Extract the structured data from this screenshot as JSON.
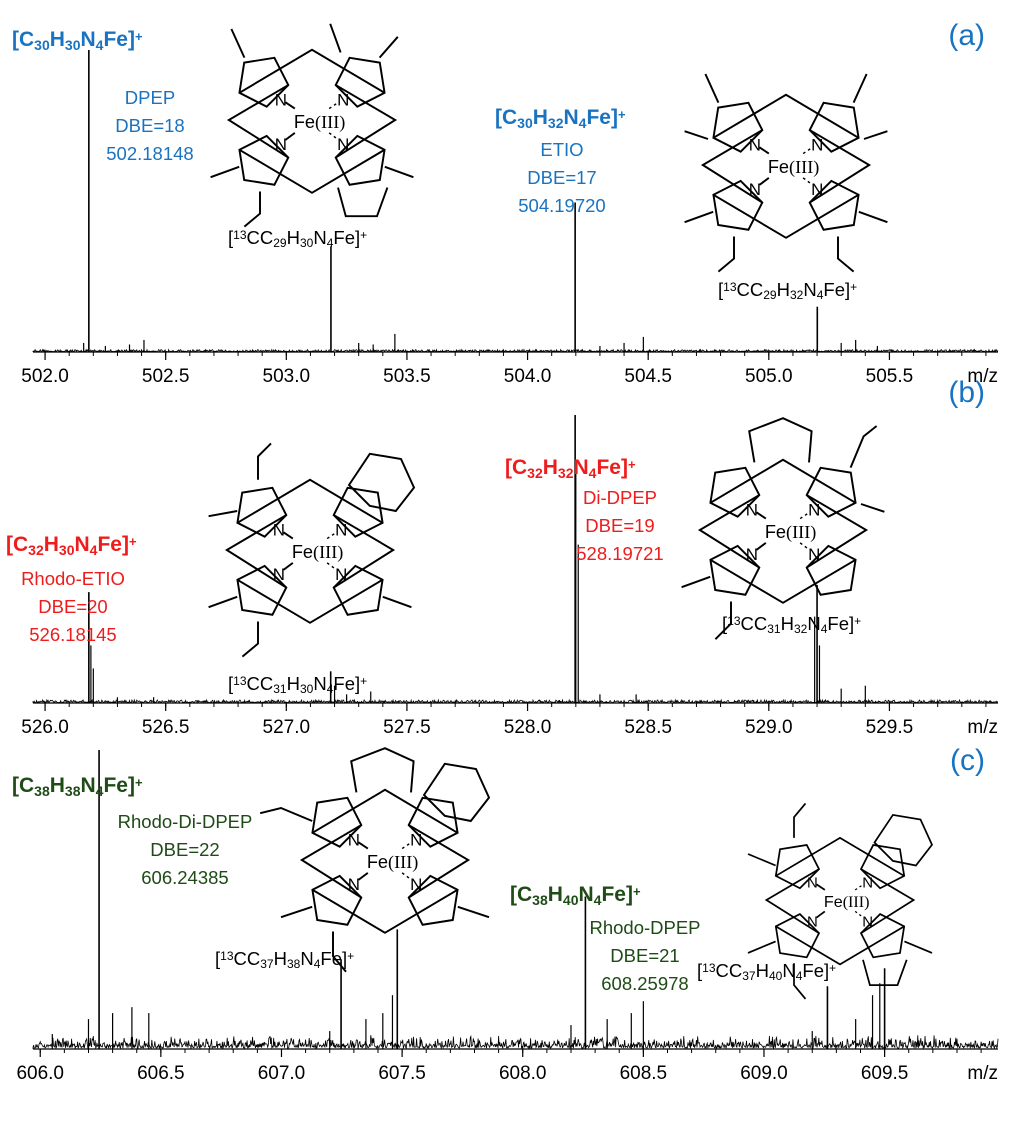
{
  "colors": {
    "a": "#1a73c0",
    "b": "#ee1c1c",
    "c": "#1e4b16",
    "trace": "#000000"
  },
  "axis_unit": "m/z",
  "chart_data": [
    {
      "type": "line",
      "panel_label": "(a)",
      "xlim": [
        501.95,
        505.95
      ],
      "ticks": [
        502.0,
        502.5,
        503.0,
        503.5,
        504.0,
        504.5,
        505.0,
        505.5
      ],
      "tick_labels": [
        "502.0",
        "502.5",
        "503.0",
        "503.5",
        "504.0",
        "504.5",
        "505.0",
        "505.5"
      ],
      "peaks": [
        {
          "x": 502.18148,
          "y": 1.0
        },
        {
          "x": 503.185,
          "y": 0.35
        },
        {
          "x": 504.1972,
          "y": 0.495
        },
        {
          "x": 505.201,
          "y": 0.15
        }
      ],
      "minor_peaks": [
        [
          502.16,
          0.03
        ],
        [
          502.25,
          0.02
        ],
        [
          502.35,
          0.025
        ],
        [
          502.41,
          0.04
        ],
        [
          503.3,
          0.03
        ],
        [
          503.36,
          0.025
        ],
        [
          503.45,
          0.06
        ],
        [
          504.3,
          0.02
        ],
        [
          504.4,
          0.03
        ],
        [
          504.48,
          0.05
        ],
        [
          505.3,
          0.03
        ],
        [
          505.36,
          0.04
        ],
        [
          505.45,
          0.02
        ]
      ],
      "annotations": {
        "formula_main": [
          "[C",
          "30",
          "H",
          "30",
          "N",
          "4",
          "Fe]",
          "+"
        ],
        "info_main": [
          "DPEP",
          "DBE=18",
          "502.18148"
        ],
        "formula_second": [
          "[C",
          "30",
          "H",
          "32",
          "N",
          "4",
          "Fe]",
          "+"
        ],
        "info_second": [
          "ETIO",
          "DBE=17",
          "504.19720"
        ],
        "iso1": [
          "[",
          "13",
          "CC",
          "29",
          "H",
          "30",
          "N",
          "4",
          "Fe]",
          "+"
        ],
        "iso2": [
          "[",
          "13",
          "CC",
          "29",
          "H",
          "32",
          "N",
          "4",
          "Fe]",
          "+"
        ]
      }
    },
    {
      "type": "line",
      "panel_label": "(b)",
      "xlim": [
        525.95,
        529.95
      ],
      "ticks": [
        526.0,
        526.5,
        527.0,
        527.5,
        528.0,
        528.5,
        529.0,
        529.5
      ],
      "tick_labels": [
        "526.0",
        "526.5",
        "527.0",
        "527.5",
        "528.0",
        "528.5",
        "529.0",
        "529.5"
      ],
      "peaks": [
        {
          "x": 526.18145,
          "y": 0.385
        },
        {
          "x": 527.184,
          "y": 0.11
        },
        {
          "x": 528.19721,
          "y": 1.0
        },
        {
          "x": 529.2,
          "y": 0.41
        }
      ],
      "minor_peaks": [
        [
          526.19,
          0.2
        ],
        [
          526.2,
          0.12
        ],
        [
          526.3,
          0.02
        ],
        [
          526.45,
          0.02
        ],
        [
          527.2,
          0.06
        ],
        [
          527.25,
          0.03
        ],
        [
          527.35,
          0.04
        ],
        [
          528.2,
          0.8
        ],
        [
          528.21,
          0.55
        ],
        [
          528.3,
          0.03
        ],
        [
          528.45,
          0.03
        ],
        [
          529.19,
          0.3
        ],
        [
          529.21,
          0.2
        ],
        [
          529.3,
          0.05
        ],
        [
          529.4,
          0.06
        ]
      ],
      "annotations": {
        "formula_main": [
          "[C",
          "32",
          "H",
          "30",
          "N",
          "4",
          "Fe]",
          "+"
        ],
        "info_main": [
          "Rhodo-ETIO",
          "DBE=20",
          "526.18145"
        ],
        "formula_second": [
          "[C",
          "32",
          "H",
          "32",
          "N",
          "4",
          "Fe]",
          "+"
        ],
        "info_second": [
          "Di-DPEP",
          "DBE=19",
          "528.19721"
        ],
        "iso1": [
          "[",
          "13",
          "CC",
          "31",
          "H",
          "30",
          "N",
          "4",
          "Fe]",
          "+"
        ],
        "iso2": [
          "[",
          "13",
          "CC",
          "31",
          "H",
          "32",
          "N",
          "4",
          "Fe]",
          "+"
        ]
      }
    },
    {
      "type": "line",
      "panel_label": "(c)",
      "xlim": [
        605.97,
        609.97
      ],
      "ticks": [
        606.0,
        606.5,
        607.0,
        607.5,
        608.0,
        608.5,
        609.0,
        609.5
      ],
      "tick_labels": [
        "606.0",
        "606.5",
        "607.0",
        "607.5",
        "608.0",
        "608.5",
        "609.0",
        "609.5"
      ],
      "peaks": [
        {
          "x": 606.24385,
          "y": 1.0
        },
        {
          "x": 607.247,
          "y": 0.3
        },
        {
          "x": 607.48,
          "y": 0.4
        },
        {
          "x": 608.25978,
          "y": 0.51
        },
        {
          "x": 609.263,
          "y": 0.21
        },
        {
          "x": 609.5,
          "y": 0.27
        }
      ],
      "minor_peaks": [
        [
          606.05,
          0.05
        ],
        [
          606.2,
          0.1
        ],
        [
          606.3,
          0.12
        ],
        [
          606.38,
          0.14
        ],
        [
          606.45,
          0.12
        ],
        [
          607.2,
          0.06
        ],
        [
          607.35,
          0.1
        ],
        [
          607.42,
          0.12
        ],
        [
          607.46,
          0.18
        ],
        [
          608.2,
          0.08
        ],
        [
          608.35,
          0.1
        ],
        [
          608.45,
          0.12
        ],
        [
          608.5,
          0.16
        ],
        [
          609.2,
          0.06
        ],
        [
          609.38,
          0.1
        ],
        [
          609.45,
          0.18
        ],
        [
          609.48,
          0.22
        ]
      ],
      "annotations": {
        "formula_main": [
          "[C",
          "38",
          "H",
          "38",
          "N",
          "4",
          "Fe]",
          "+"
        ],
        "info_main": [
          "Rhodo-Di-DPEP",
          "DBE=22",
          "606.24385"
        ],
        "formula_second": [
          "[C",
          "38",
          "H",
          "40",
          "N",
          "4",
          "Fe]",
          "+"
        ],
        "info_second": [
          "Rhodo-DPEP",
          "DBE=21",
          "608.25978"
        ],
        "iso1": [
          "[",
          "13",
          "CC",
          "37",
          "H",
          "38",
          "N",
          "4",
          "Fe]",
          "+"
        ],
        "iso2": [
          "[",
          "13",
          "CC",
          "37",
          "H",
          "40",
          "N",
          "4",
          "Fe]",
          "+"
        ]
      }
    }
  ],
  "structures": {
    "metal": "Fe",
    "oxidation": "(III)",
    "nitrogen": "N"
  }
}
